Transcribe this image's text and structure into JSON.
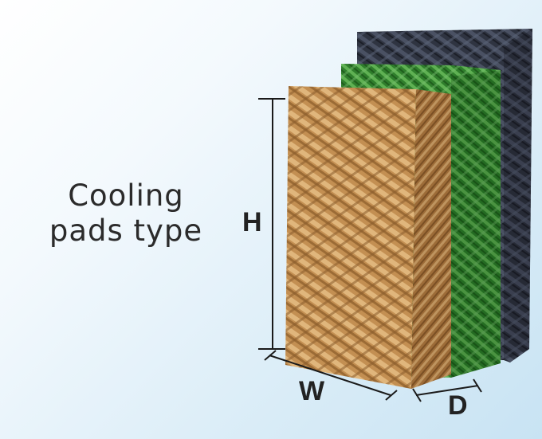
{
  "title": {
    "line1": "Cooling",
    "line2": "pads type"
  },
  "dimensions": {
    "height_label": "H",
    "width_label": "W",
    "depth_label": "D"
  },
  "pads": [
    {
      "name": "black",
      "color": "#2f3441"
    },
    {
      "name": "green",
      "color": "#3a8a35"
    },
    {
      "name": "brown",
      "color": "#c8955a"
    }
  ]
}
